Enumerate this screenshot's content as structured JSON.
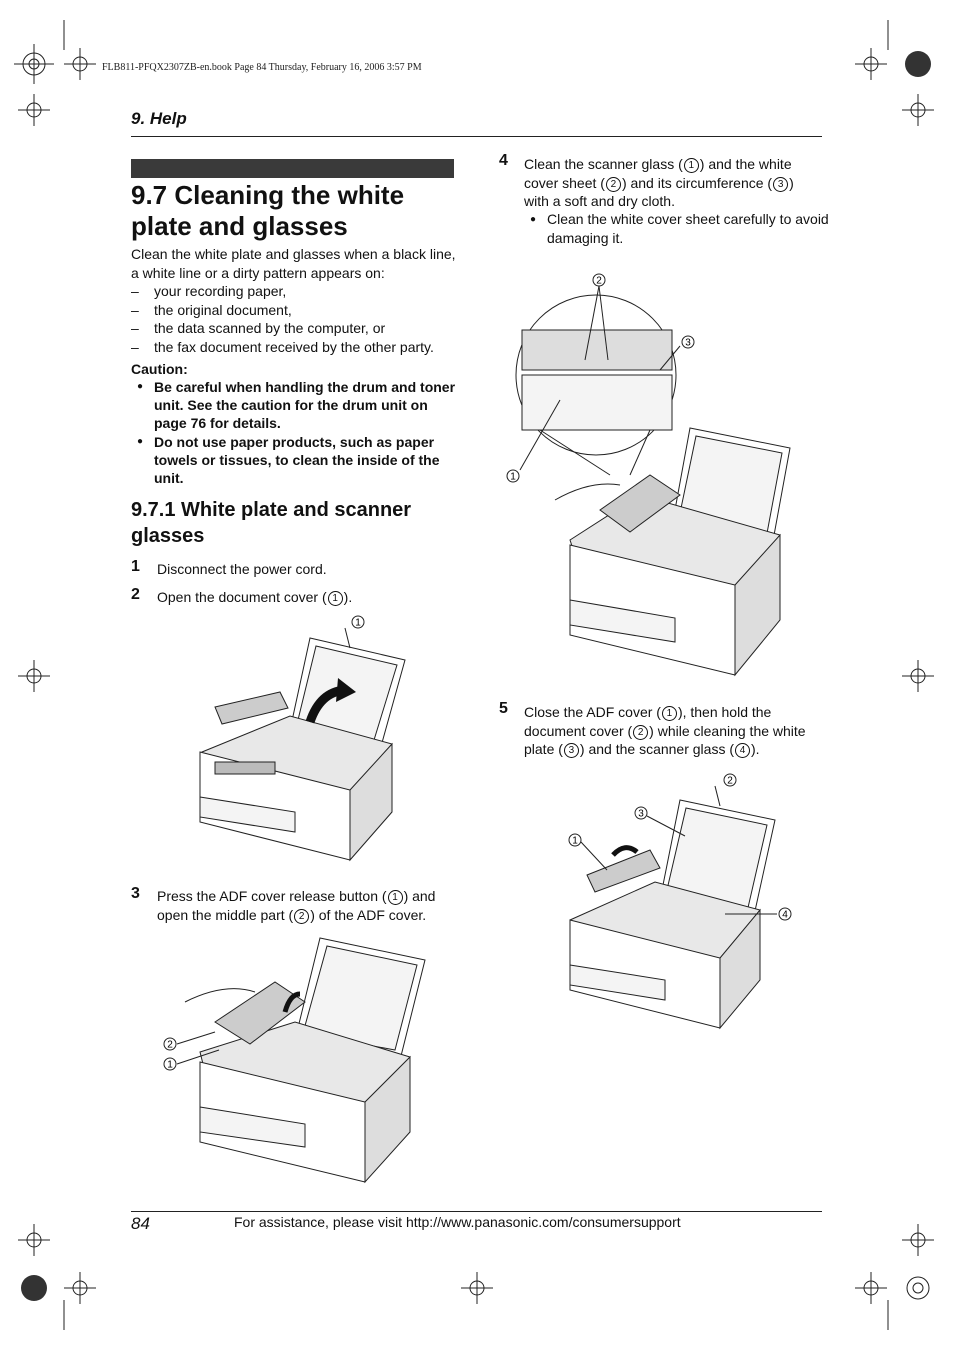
{
  "slug": "FLB811-PFQX2307ZB-en.book  Page 84  Thursday, February 16, 2006  3:57 PM",
  "section_label": "9. Help",
  "title": "9.7 Cleaning the white plate and glasses",
  "intro": "Clean the white plate and glasses when a black line, a white line or a dirty pattern appears on:",
  "conditions": [
    "your recording paper,",
    "the original document,",
    "the data scanned by the computer, or",
    "the fax document received by the other party."
  ],
  "caution_heading": "Caution:",
  "cautions": [
    "Be careful when handling the drum and toner unit. See the caution for the drum unit on page 76 for details.",
    "Do not use paper products, such as paper towels or tissues, to clean the inside of the unit."
  ],
  "subsection": "9.7.1 White plate and scanner glasses",
  "steps": [
    {
      "num": "1",
      "parts": [
        "Disconnect the power cord."
      ]
    },
    {
      "num": "2",
      "parts": [
        "Open the document cover (",
        ")."
      ]
    },
    {
      "num": "3",
      "parts": [
        "Press the ADF cover release button (",
        ") and open the middle part (",
        ") of the ADF cover."
      ]
    },
    {
      "num": "4",
      "parts": [
        "Clean the scanner glass (",
        ") and the white cover sheet (",
        ") and its circumference (",
        ") with a soft and dry cloth."
      ],
      "bullet": "Clean the white cover sheet carefully to avoid damaging it."
    },
    {
      "num": "5",
      "parts": [
        "Close the ADF cover (",
        "), then hold the document cover (",
        ") while cleaning the white plate (",
        ") and the scanner glass (",
        ")."
      ]
    }
  ],
  "callouts": [
    "1",
    "2",
    "3",
    "4"
  ],
  "page_number": "84",
  "assistance": "For assistance, please visit http://www.panasonic.com/consumersupport"
}
